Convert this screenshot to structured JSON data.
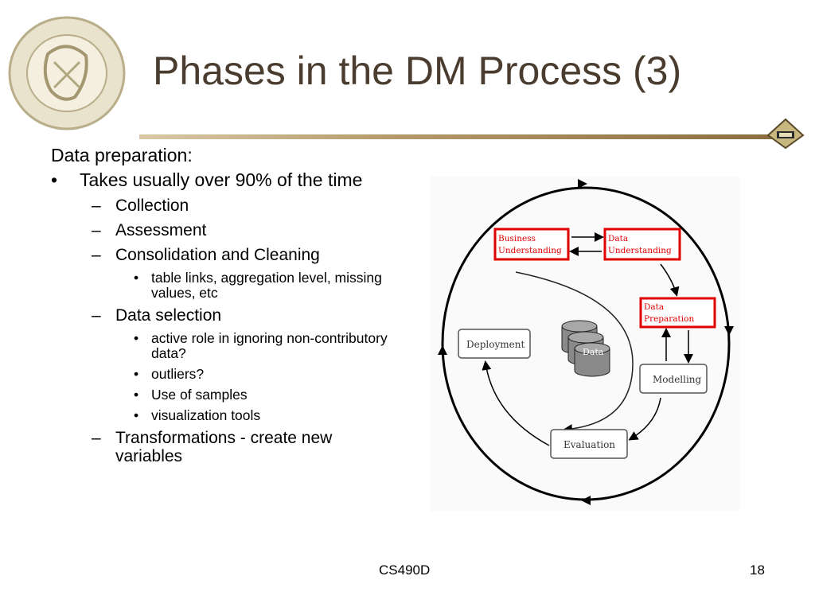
{
  "slide": {
    "title": "Phases in the DM Process (3)",
    "heading": "Data preparation:",
    "bullets": {
      "takes_time": "Takes usually over 90% of the time",
      "collection": "Collection",
      "assessment": "Assessment",
      "consolidation": "Consolidation and Cleaning",
      "table_links": "table links, aggregation level, missing values, etc",
      "data_selection": "Data selection",
      "active_role": "active role in ignoring non-contributory data?",
      "outliers": "outliers?",
      "samples": "Use of samples",
      "visualization": "visualization tools",
      "transformations": "Transformations - create new variables"
    }
  },
  "diagram": {
    "business_understanding": [
      "Business",
      "Understanding"
    ],
    "data_understanding": [
      "Data",
      "Understanding"
    ],
    "data_preparation": [
      "Data",
      "Preparation"
    ],
    "modelling": "Modelling",
    "evaluation": "Evaluation",
    "deployment": "Deployment",
    "data": "Data"
  },
  "footer": {
    "course": "CS490D",
    "page_number": "18"
  },
  "colors": {
    "title": "#4a3c2e",
    "highlight": "#e00000",
    "rule": "#b6996a"
  }
}
